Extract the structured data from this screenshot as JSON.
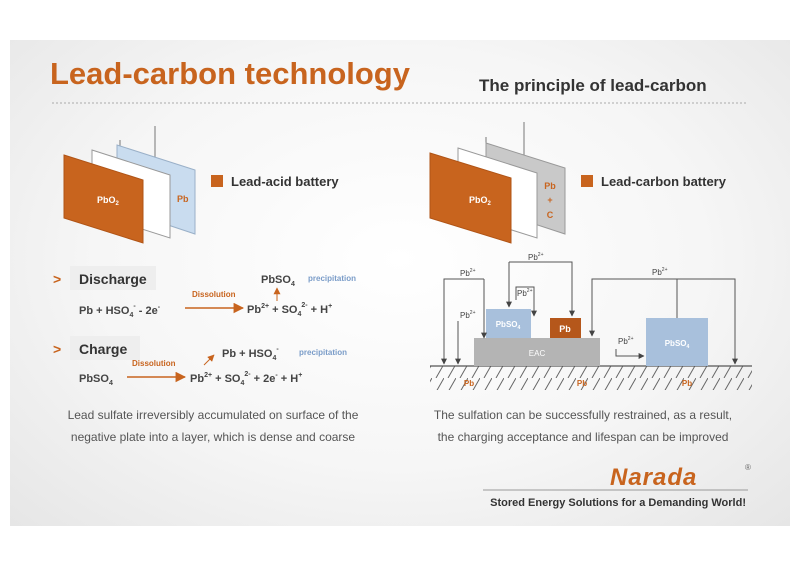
{
  "title": "Lead-carbon technology",
  "subtitle": "The principle of lead-carbon",
  "colors": {
    "accent": "#c8641e",
    "plate_orange": "#c8641e",
    "plate_blue": "#c9dcef",
    "plate_gray": "#c9c9c9",
    "pbso4": "#a8c0dc",
    "eac": "#b4b4b4",
    "text_dark": "#333333",
    "text_blue": "#7a9cc8"
  },
  "left": {
    "plates": {
      "pbo2": "PbO",
      "pbo2_sub": "2",
      "pb": "Pb"
    },
    "battery_label": "Lead-acid battery",
    "discharge": {
      "marker": ">",
      "label": "Discharge",
      "eq_left": "Pb + HSO",
      "eq_left_sub": "4",
      "eq_left_sup": "-",
      "eq_left_tail": " - 2e",
      "eq_left_tail_sup": "-",
      "arrow_label": "Dissolution",
      "product_top": "PbSO",
      "product_top_sub": "4",
      "precipitation": "precipitation",
      "eq_right_a": "Pb",
      "eq_right_a_sup": "2+",
      "eq_right_b": " + SO",
      "eq_right_b_sub": "4",
      "eq_right_b_sup": "2-",
      "eq_right_c": " + H",
      "eq_right_c_sup": "+"
    },
    "charge": {
      "marker": ">",
      "label": "Charge",
      "eq_left": "PbSO",
      "eq_left_sub": "4",
      "arrow_label": "Dissolution",
      "product_top": "Pb + HSO",
      "product_top_sub": "4",
      "product_top_sup": "-",
      "precipitation": "precipitation",
      "eq_right_a": "Pb",
      "eq_right_a_sup": "2+",
      "eq_right_b": " + SO",
      "eq_right_b_sub": "4",
      "eq_right_b_sup": "2-",
      "eq_right_c": " + 2e",
      "eq_right_c_sup": "-",
      "eq_right_d": " + H",
      "eq_right_d_sup": "+"
    },
    "caption_line1": "Lead sulfate irreversibly accumulated on surface of the",
    "caption_line2": "negative plate into a layer, which is dense and coarse"
  },
  "right": {
    "plates": {
      "pbo2": "PbO",
      "pbo2_sub": "2",
      "pb_c_1": "Pb",
      "pb_c_2": "+",
      "pb_c_3": "C"
    },
    "battery_label": "Lead-carbon battery",
    "ion": "Pb",
    "ion_sup": "2+",
    "pbso4": "PbSO",
    "pbso4_sub": "4",
    "pb_block": "Pb",
    "eac": "EAC",
    "ground_pb": "Pb",
    "caption_line1": "The sulfation can be successfully restrained, as a result,",
    "caption_line2": "the charging acceptance and lifespan can be improved"
  },
  "brand": {
    "logo": "Narada",
    "registered": "®",
    "tagline": "Stored Energy Solutions for a Demanding World!"
  }
}
